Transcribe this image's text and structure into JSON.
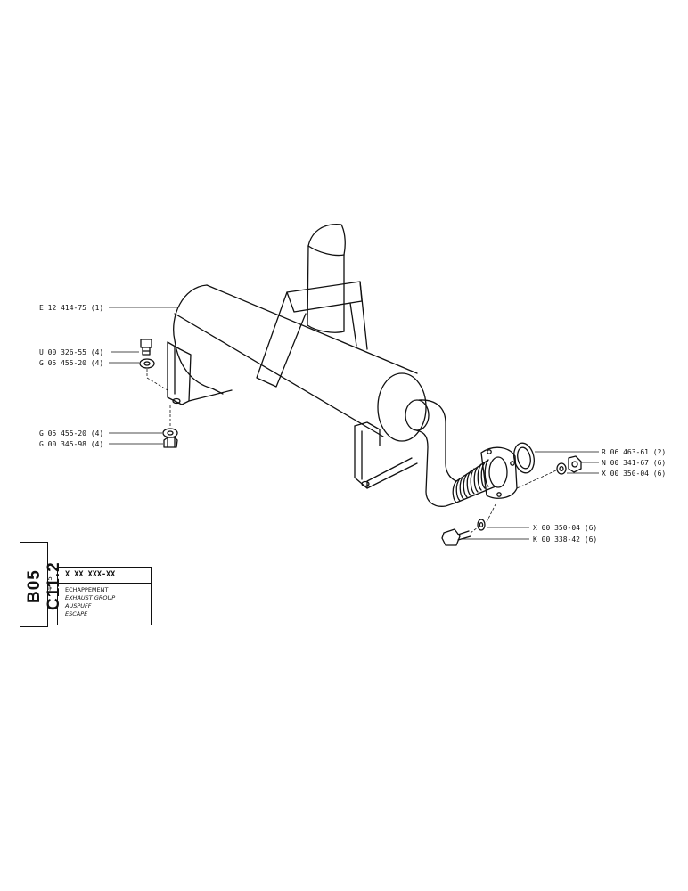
{
  "diagram": {
    "callouts": [
      {
        "id": "muffler",
        "text": "E 12 414-75 (1)"
      },
      {
        "id": "bolt-top",
        "text": "U 00 326-55 (4)"
      },
      {
        "id": "washer-top",
        "text": "G 05 455-20 (4)"
      },
      {
        "id": "washer-bottom",
        "text": "G 05 455-20 (4)"
      },
      {
        "id": "nut-bottom",
        "text": "G 00 345-98 (4)"
      },
      {
        "id": "gasket",
        "text": "R 06 463-61 (2)"
      },
      {
        "id": "flange-nut",
        "text": "N 00 341-67 (6)"
      },
      {
        "id": "flange-washer",
        "text": "X 00 350-04 (6)"
      },
      {
        "id": "bolt-washer",
        "text": "X 00 350-04 (6)"
      },
      {
        "id": "flange-bolt",
        "text": "K 00 338-42 (6)"
      }
    ]
  },
  "title_block": {
    "code": "B05 C11.2",
    "date": "4-75",
    "reference": "X XX XXX-XX",
    "names": [
      "ECHAPPEMENT",
      "EXHAUST GROUP",
      "AUSPUFF",
      "ESCAPE"
    ]
  }
}
